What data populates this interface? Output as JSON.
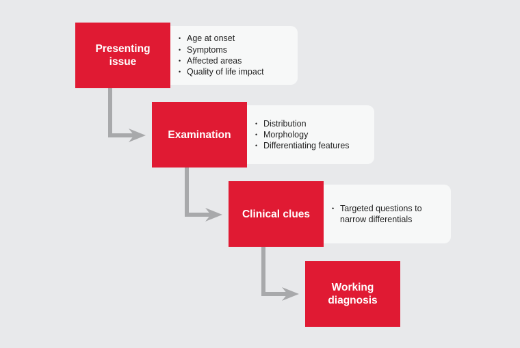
{
  "steps": [
    {
      "title": "Presenting issue",
      "bullets": [
        "Age at onset",
        "Symptoms",
        "Affected areas",
        "Quality of life impact"
      ]
    },
    {
      "title": "Examination",
      "bullets": [
        "Distribution",
        "Morphology",
        "Differentiating features"
      ]
    },
    {
      "title": "Clinical clues",
      "bullets": [
        "Targeted questions to narrow differentials"
      ]
    },
    {
      "title": "Working diagnosis",
      "bullets": []
    }
  ],
  "colors": {
    "box": "#e01a33",
    "arrow": "#a8a9ab",
    "panel": "#f7f8f8",
    "background": "#e8e9eb"
  }
}
